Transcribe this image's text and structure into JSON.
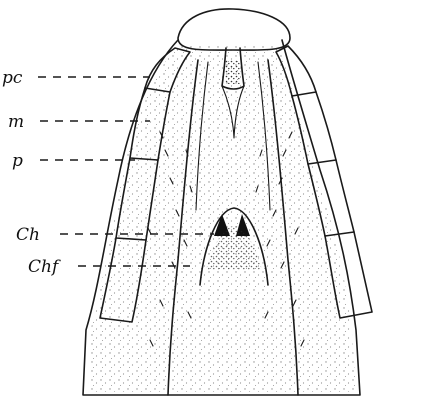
{
  "labels": {
    "pc": "pc",
    "m": "m",
    "p": "p",
    "ch": "Ch",
    "chf": "Chf"
  }
}
